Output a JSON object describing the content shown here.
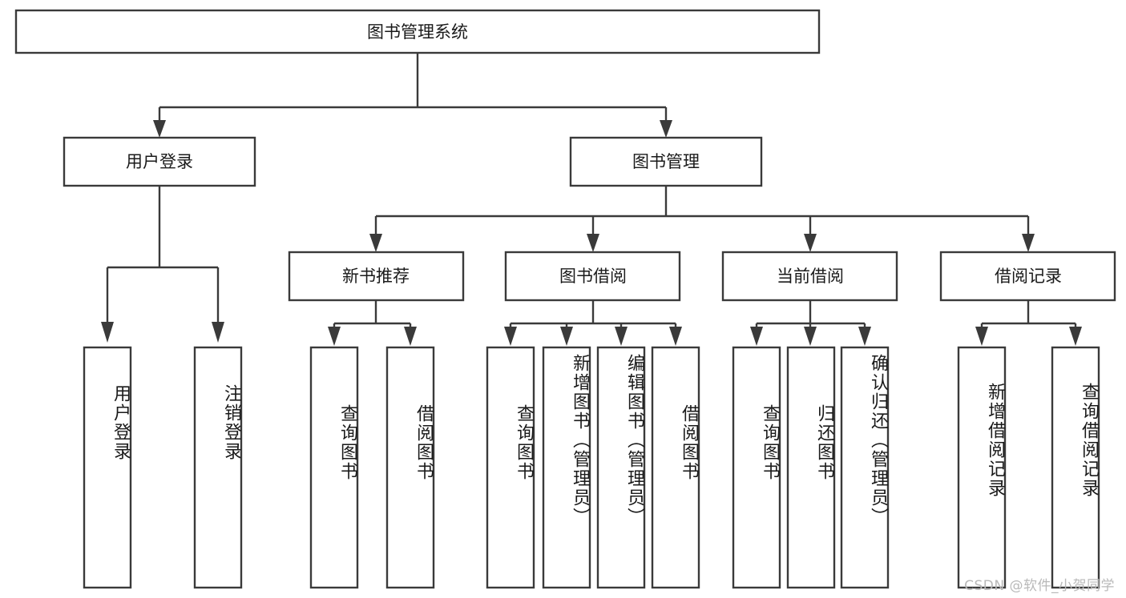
{
  "diagram": {
    "type": "tree",
    "title": "图书管理系统",
    "watermark": "CSDN @软件_小贺同学",
    "colors": {
      "box_fill": "#ffffff",
      "box_stroke": "#3a3a3a",
      "text": "#1a1a1a",
      "watermark": "#b9b9b9",
      "background": "#ffffff"
    },
    "root": {
      "id": "root",
      "label": "图书管理系统",
      "orientation": "horizontal"
    },
    "level2": [
      {
        "id": "user-login",
        "label": "用户登录",
        "orientation": "horizontal"
      },
      {
        "id": "book-manage",
        "label": "图书管理",
        "orientation": "horizontal"
      }
    ],
    "level3": [
      {
        "id": "new-book-recommend",
        "label": "新书推荐",
        "orientation": "horizontal",
        "parent": "book-manage"
      },
      {
        "id": "book-borrow",
        "label": "图书借阅",
        "orientation": "horizontal",
        "parent": "book-manage"
      },
      {
        "id": "current-borrow",
        "label": "当前借阅",
        "orientation": "horizontal",
        "parent": "book-manage"
      },
      {
        "id": "borrow-record",
        "label": "借阅记录",
        "orientation": "horizontal",
        "parent": "book-manage"
      }
    ],
    "leaves": [
      {
        "id": "leaf-user-login",
        "label": "用户登录",
        "orientation": "vertical",
        "parent": "user-login"
      },
      {
        "id": "leaf-user-logout",
        "label": "注销登录",
        "orientation": "vertical",
        "parent": "user-login"
      },
      {
        "id": "leaf-query-book-1",
        "label": "查询图书",
        "orientation": "vertical",
        "parent": "new-book-recommend"
      },
      {
        "id": "leaf-borrow-book-1",
        "label": "借阅图书",
        "orientation": "vertical",
        "parent": "new-book-recommend"
      },
      {
        "id": "leaf-query-book-2",
        "label": "查询图书",
        "orientation": "vertical",
        "parent": "book-borrow"
      },
      {
        "id": "leaf-add-book",
        "label": "新增图书（管理员）",
        "orientation": "vertical",
        "parent": "book-borrow"
      },
      {
        "id": "leaf-edit-book",
        "label": "编辑图书（管理员）",
        "orientation": "vertical",
        "parent": "book-borrow"
      },
      {
        "id": "leaf-borrow-book-2",
        "label": "借阅图书",
        "orientation": "vertical",
        "parent": "book-borrow"
      },
      {
        "id": "leaf-query-book-3",
        "label": "查询图书",
        "orientation": "vertical",
        "parent": "current-borrow"
      },
      {
        "id": "leaf-return-book",
        "label": "归还图书",
        "orientation": "vertical",
        "parent": "current-borrow"
      },
      {
        "id": "leaf-confirm-return",
        "label": "确认归还（管理员）",
        "orientation": "vertical",
        "parent": "current-borrow"
      },
      {
        "id": "leaf-add-borrow-record",
        "label": "新增借阅记录",
        "orientation": "vertical",
        "parent": "borrow-record"
      },
      {
        "id": "leaf-query-borrow-record",
        "label": "查询借阅记录",
        "orientation": "vertical",
        "parent": "borrow-record"
      }
    ]
  }
}
